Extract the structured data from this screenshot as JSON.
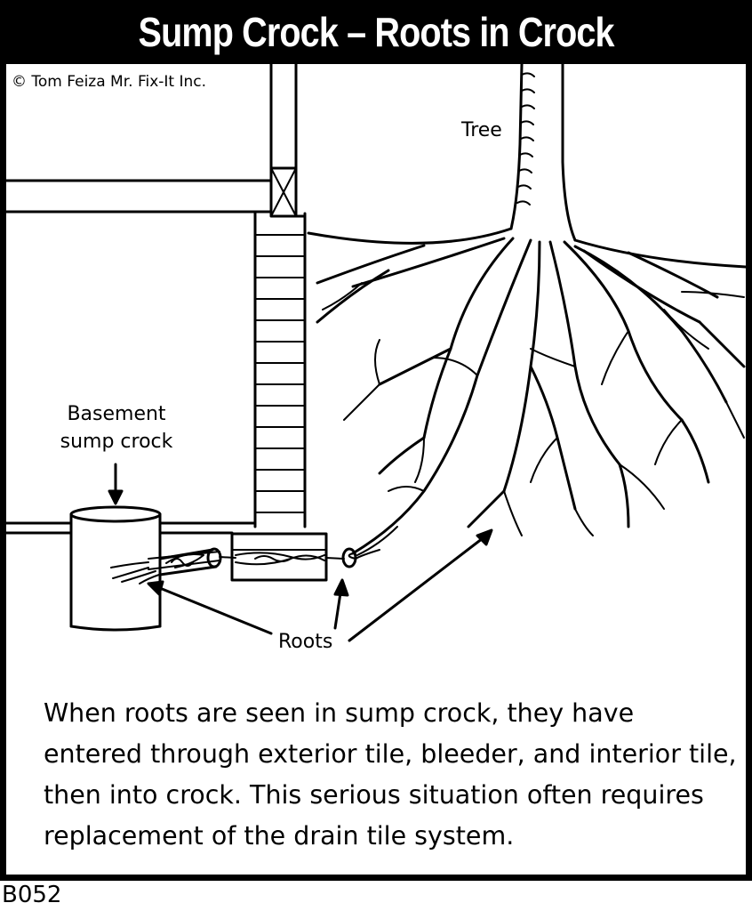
{
  "title": "Sump Crock – Roots in Crock",
  "copyright": "© Tom Feiza Mr. Fix-It Inc.",
  "labels": {
    "tree": "Tree",
    "basement_line1": "Basement",
    "basement_line2": "sump crock",
    "roots": "Roots"
  },
  "caption": "When roots are seen in sump crock, they have entered through exterior tile, bleeder, and interior tile, then into crock. This serious situation often requires replacement of the drain tile system.",
  "code": "B052"
}
